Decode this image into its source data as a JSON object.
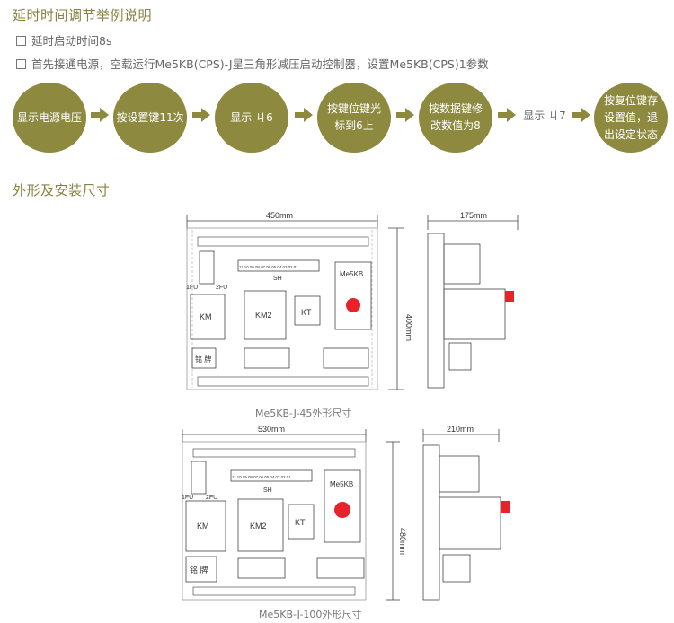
{
  "section1_title": "延时时间调节举例说明",
  "bullets": [
    "延时启动时间8s",
    "首先接通电源，空载运行Me5KB(CPS)-J星三角形减压启动控制器，设置Me5KB(CPS)1参数"
  ],
  "steps": [
    "显示电源电压",
    "按设置键11次",
    "显示 ㄐ6",
    "按键位键光标到6上",
    "按数据键修改数值为8",
    "显示 ㄐ7",
    "按复位键存设置值，退出设定状态"
  ],
  "section2_title": "外形及安装尺寸",
  "diagram1": {
    "width": "450mm",
    "height": "400mm",
    "side_width": "175mm",
    "terminal_numbers": "11 10 09 08 07 06 05 04 03 02 01",
    "labels": {
      "fu1": "1FU",
      "fu2": "2FU",
      "sh": "SH",
      "km": "KM",
      "km2": "KM2",
      "kt": "KT",
      "me5kb": "Me5KB",
      "nameplate": "铭 牌"
    },
    "caption": "Me5KB-J-45外形尺寸"
  },
  "diagram2": {
    "width": "530mm",
    "height": "480mm",
    "side_width": "210mm",
    "terminal_numbers": "11 10 09 08 07 06 05 04 03 02 01",
    "labels": {
      "fu1": "1FU",
      "fu2": "2FU",
      "sh": "SH",
      "km": "KM",
      "km2": "KM2",
      "kt": "KT",
      "me5kb": "Me5KB",
      "nameplate": "铭 牌"
    },
    "caption": "Me5KB-J-100外形尺寸"
  },
  "colors": {
    "accent": "#8d8a3f",
    "button_red": "#e8212b"
  }
}
